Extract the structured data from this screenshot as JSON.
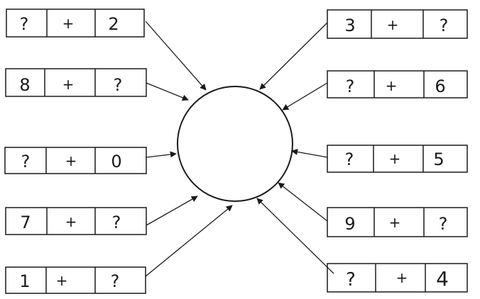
{
  "left_boxes": [
    {
      "cells": [
        "?",
        "+",
        "2"
      ]
    },
    {
      "cells": [
        "8",
        "+",
        "?"
      ]
    },
    {
      "cells": [
        "?",
        "+",
        "0"
      ]
    },
    {
      "cells": [
        "7",
        "+",
        "?"
      ]
    },
    {
      "cells": [
        "1",
        "+",
        "?"
      ]
    }
  ],
  "right_boxes": [
    {
      "cells": [
        "3",
        "+",
        "?"
      ]
    },
    {
      "cells": [
        "?",
        "+",
        "6"
      ]
    },
    {
      "cells": [
        "?",
        "+",
        "5"
      ]
    },
    {
      "cells": [
        "9",
        "+",
        "?"
      ]
    },
    {
      "cells": [
        "?",
        "+",
        "4"
      ]
    }
  ],
  "colors": {
    "ink": "#1a1a1a",
    "paper": "#ffffff"
  }
}
